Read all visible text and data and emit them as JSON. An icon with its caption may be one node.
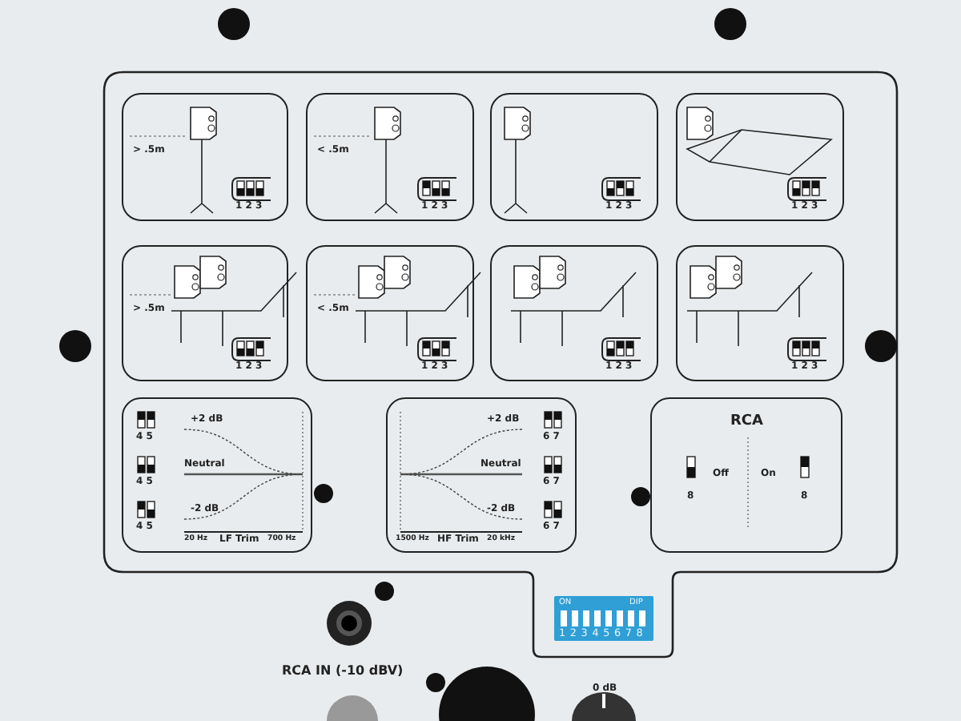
{
  "diagram": {
    "nodes": [
      {
        "text": [
          "> .5m",
          "1 2 3"
        ]
      },
      {
        "text": [
          "< .5m",
          "1 2 3"
        ]
      },
      {
        "text": [
          "1 2 3"
        ]
      },
      {
        "text": [
          "1 2 3"
        ]
      },
      {
        "text": [
          "> .5m",
          "1 2 3"
        ]
      },
      {
        "text": [
          "< .5m",
          "1 2 3"
        ]
      },
      {
        "text": [
          "1 2 3"
        ]
      },
      {
        "text": [
          "1 2 3"
        ]
      },
      {
        "text": [
          "4 5",
          "+2 dB",
          "4 5",
          "Neutral",
          "4 5",
          "-2 dB",
          "20 Hz",
          "LF Trim",
          "700 Hz"
        ]
      },
      {
        "text": [
          "+2 dB",
          "6 7",
          "Neutral",
          "6 7",
          "-2 dB",
          "6 7",
          "1500 Hz",
          "HF Trim",
          "20 kHz"
        ]
      },
      {
        "text": [
          "RCA",
          "8",
          "Off",
          "On",
          "8"
        ]
      },
      {
        "text": [
          "ON",
          "DIP",
          "1 2 3 4 5 6 7 8"
        ]
      }
    ],
    "labels": [
      "RCA IN (-10 dBV)",
      "0 dB"
    ]
  }
}
